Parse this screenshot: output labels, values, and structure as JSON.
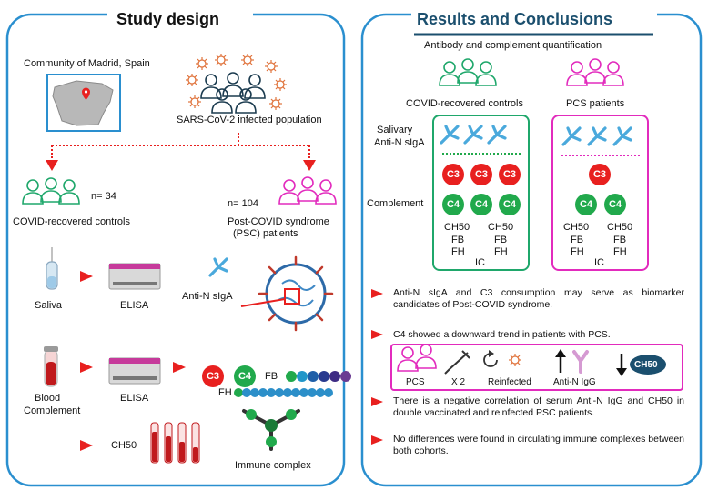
{
  "left": {
    "title": "Study design",
    "location": "Community of Madrid, Spain",
    "population": "SARS-CoV-2 infected population",
    "controls_n": "n= 34",
    "controls_label": "COVID-recovered controls",
    "patients_n": "n= 104",
    "patients_label_1": "Post-COVID syndrome",
    "patients_label_2": "(PSC) patients",
    "saliva": "Saliva",
    "elisa_1": "ELISA",
    "antin_siga": "Anti-N sIgA",
    "blood": "Blood",
    "complement": "Complement",
    "elisa_2": "ELISA",
    "c3": "C3",
    "c4": "C4",
    "fb": "FB",
    "fh": "FH",
    "ch50": "CH50",
    "immune_complex": "Immune complex"
  },
  "right": {
    "title": "Results and Conclusions",
    "subtitle": "Antibody and complement quantification",
    "controls_label": "COVID-recovered controls",
    "pcs_label": "PCS patients",
    "salivary_1": "Salivary",
    "salivary_2": "Anti-N sIgA",
    "complement": "Complement",
    "c3": "C3",
    "c4": "C4",
    "ch50": "CH50",
    "fb": "FB",
    "fh": "FH",
    "ic": "IC",
    "bullet_1": "Anti-N sIgA and C3 consumption may serve as biomarker candidates of Post-COVID syndrome.",
    "bullet_2": "C4 showed a downward trend in patients with PCS.",
    "pcs": "PCS",
    "x2": "X 2",
    "reinfected": "Reinfected",
    "anti_n_igg": "Anti-N IgG",
    "ch50_badge": "CH50",
    "bullet_3": "There is a negative correlation of serum Anti-N IgG and CH50 in double vaccinated and reinfected PSC patients.",
    "bullet_4": "No differences were found in circulating immune complexes between both cohorts."
  },
  "colors": {
    "panel_border": "#2a8fcf",
    "controls_green": "#1fa76b",
    "pcs_magenta": "#e22bbd",
    "virus_orange": "#e0743d",
    "arrow_red": "#e8201f",
    "antibody_blue": "#4aa9dc",
    "c3_red": "#e8201f",
    "c4_green": "#21a94c",
    "ch50_navy": "#1b4f6e"
  }
}
